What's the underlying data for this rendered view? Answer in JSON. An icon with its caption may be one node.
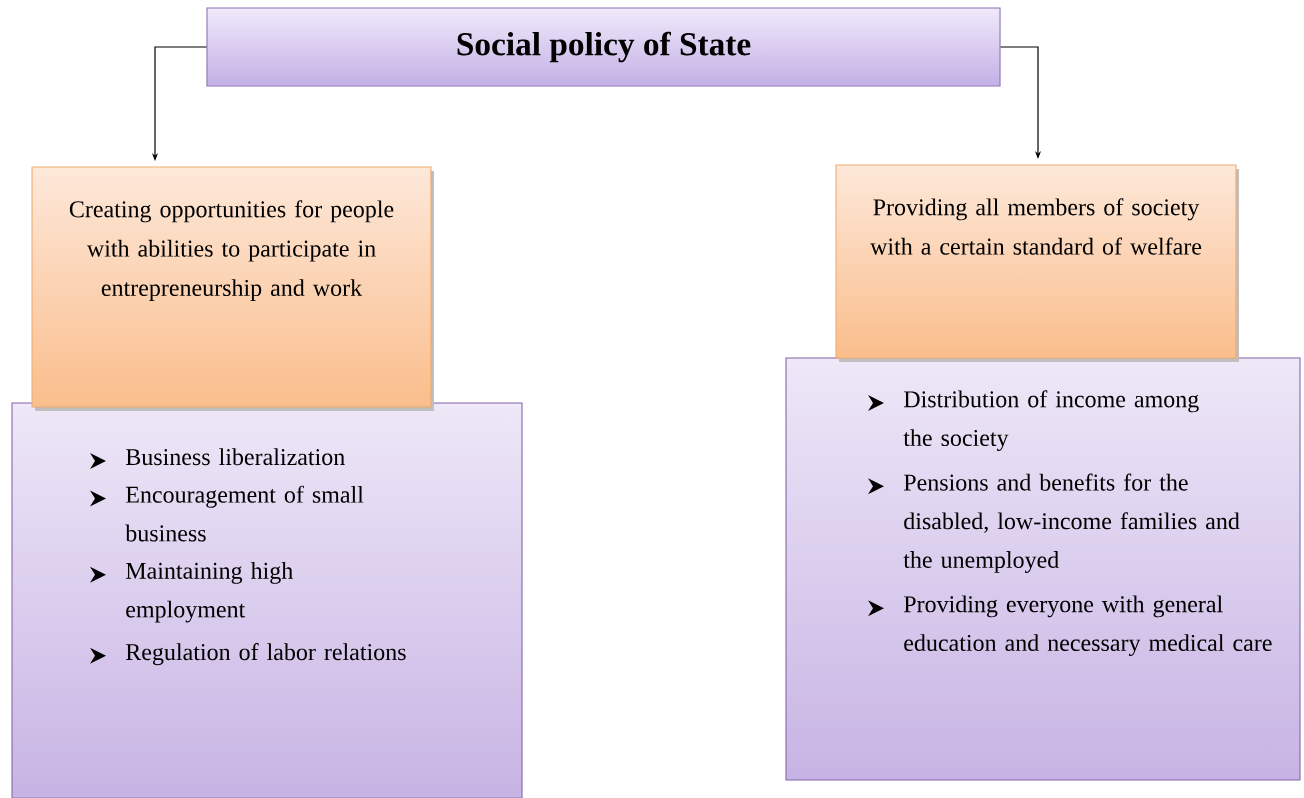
{
  "diagram": {
    "nodes": [
      {
        "text": [
          "Social policy of State"
        ]
      },
      {
        "text": [
          "Creating opportunities for people with abilities to participate in entrepreneurship and work"
        ]
      },
      {
        "text": [
          "Business liberalization",
          "Encouragement of small business",
          "Maintaining high employment",
          "Regulation of labor relations"
        ]
      },
      {
        "text": [
          "Providing all members of society with a certain standard of welfare"
        ]
      },
      {
        "text": [
          "Distribution of income among the society",
          "Pensions and benefits for the disabled, low-income families and the unemployed",
          "Providing everyone with general education and necessary medical care"
        ]
      }
    ],
    "edges": [
      {
        "from": 0,
        "to": 1,
        "arrow": "to"
      },
      {
        "from": 0,
        "to": 3,
        "arrow": "to"
      }
    ]
  }
}
